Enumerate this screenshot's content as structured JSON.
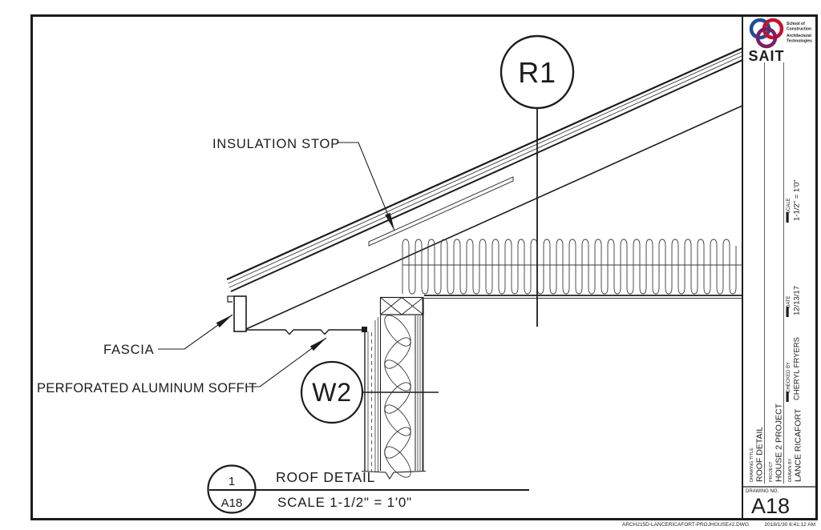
{
  "colors": {
    "ink": "#1c1c1c",
    "thin_line": "#3a3a3a",
    "sait_red": "#D8242F",
    "knot_blue": "#1B4E9B",
    "knot_crimson": "#C8102E",
    "knot_purple": "#7C1E5F"
  },
  "logo": {
    "brand": "SAIT",
    "school": [
      "School of",
      "Construction",
      "Architectural",
      "Technologies"
    ]
  },
  "title_block": {
    "fields": [
      {
        "label": "SCALE",
        "value": "1-1/2\" = 1'0\""
      },
      {
        "label": "DATE",
        "value": "12/13/17"
      },
      {
        "label": "CHECKED BY",
        "value": "CHERYL FRYERS"
      },
      {
        "label": "DRAWING TITLE",
        "value": "ROOF DETAIL"
      },
      {
        "label": "PROJECT",
        "value": "HOUSE 2 PROJECT"
      },
      {
        "label": "DRAWN BY",
        "value": "LANCE RICAFORT"
      }
    ],
    "drawing_no_label": "DRAWING NO.",
    "drawing_no": "A18"
  },
  "annotations": {
    "insulation_stop": "INSULATION STOP",
    "fascia": "FASCIA",
    "soffit": "PERFORATED ALUMINUM SOFFIT"
  },
  "callouts": {
    "roof_tag": "R1",
    "wall_tag": "W2"
  },
  "detail_ref": {
    "number": "1",
    "sheet": "A18",
    "title": "ROOF DETAIL",
    "scale": "SCALE 1-1/2\" = 1'0\""
  },
  "footer": {
    "filename": "ARCH215D-LANCERICAFORT-PROJHOUSE#2.DWG",
    "printed": "2018/1/30 6:41:12 AM"
  }
}
